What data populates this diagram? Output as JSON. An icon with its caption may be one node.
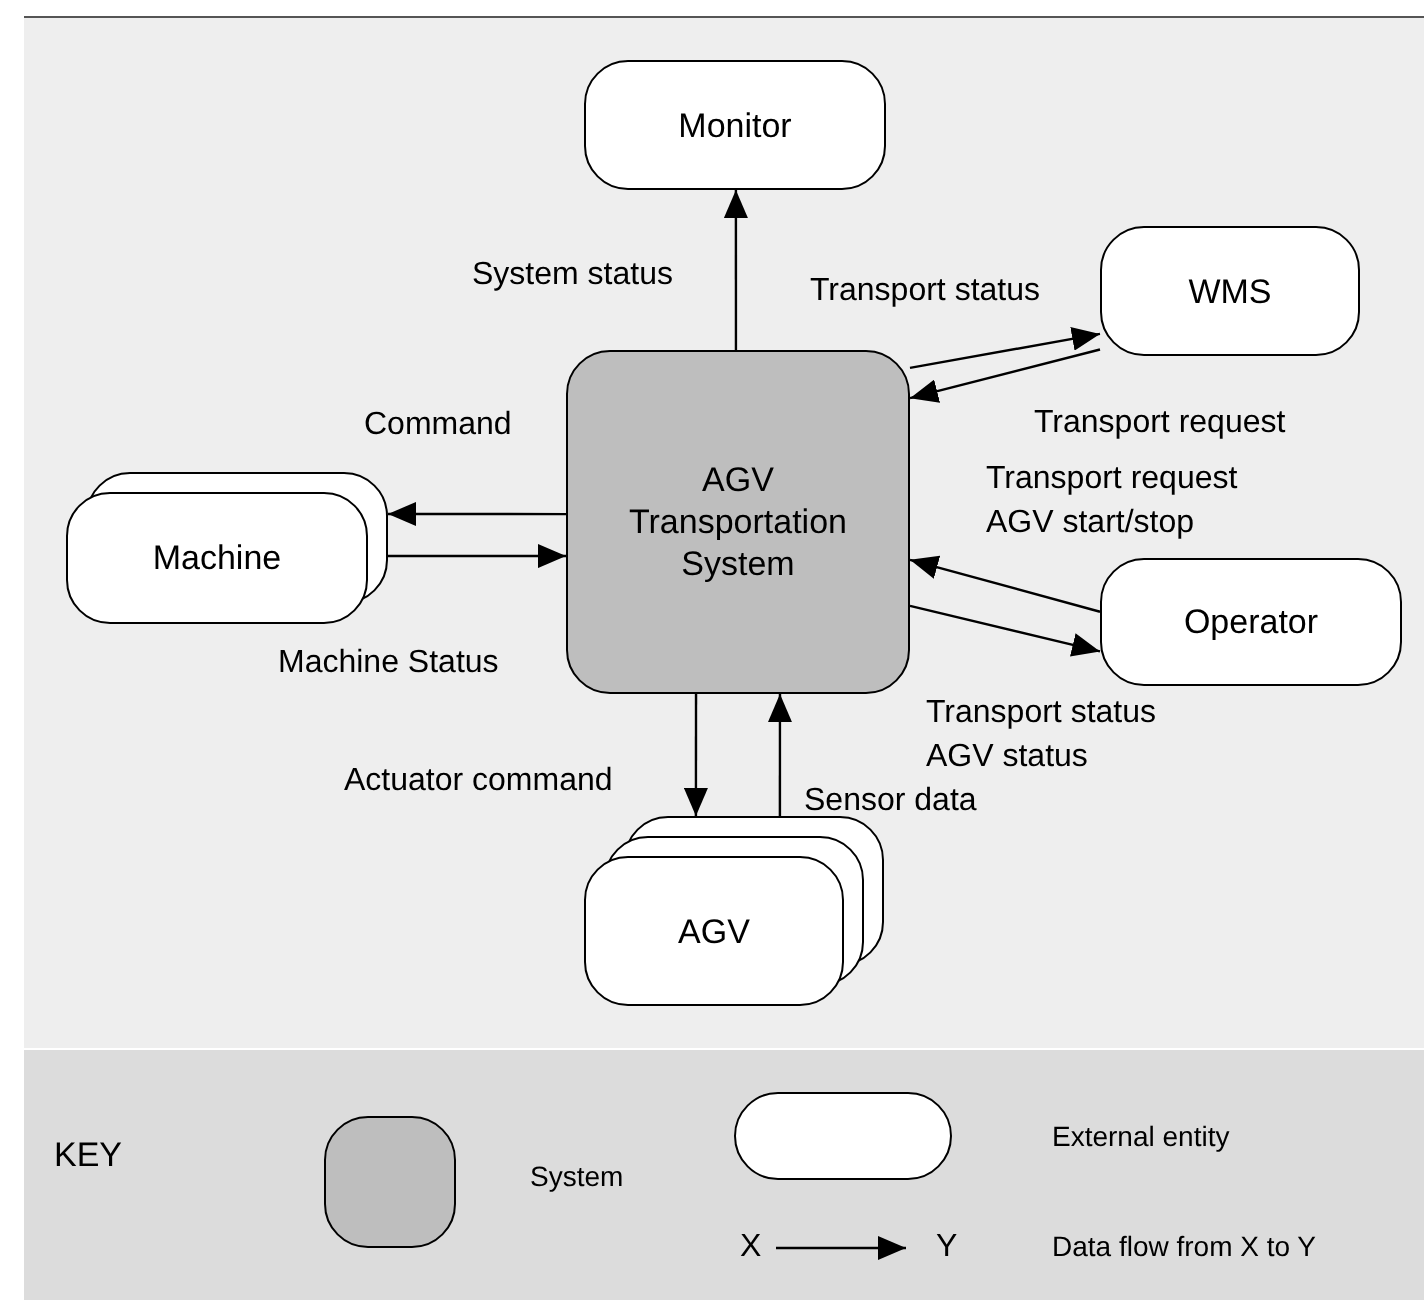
{
  "diagram": {
    "nodes": [
      {
        "text": [
          "AGV Transportation System"
        ]
      },
      {
        "text": [
          "Monitor"
        ]
      },
      {
        "text": [
          "WMS"
        ]
      },
      {
        "text": [
          "Machine"
        ]
      },
      {
        "text": [
          "Operator"
        ]
      },
      {
        "text": [
          "AGV"
        ]
      }
    ],
    "edges": [
      {
        "from": 0,
        "to": 1,
        "arrow": "to",
        "label": "System status"
      },
      {
        "from": 0,
        "to": 2,
        "arrow": "to",
        "label": "Transport status"
      },
      {
        "from": 2,
        "to": 0,
        "arrow": "to",
        "label": "Transport request"
      },
      {
        "from": 0,
        "to": 3,
        "arrow": "to",
        "label": "Command"
      },
      {
        "from": 3,
        "to": 0,
        "arrow": "to",
        "label": "Machine Status"
      },
      {
        "from": 4,
        "to": 0,
        "arrow": "to",
        "label": "Transport request AGV start/stop"
      },
      {
        "from": 0,
        "to": 4,
        "arrow": "to",
        "label": "Transport status AGV status"
      },
      {
        "from": 0,
        "to": 5,
        "arrow": "to",
        "label": "Actuator command"
      },
      {
        "from": 5,
        "to": 0,
        "arrow": "to",
        "label": "Sensor data"
      }
    ],
    "labels": [
      "KEY",
      "X",
      "Y"
    ],
    "legend": [
      {
        "text": "System",
        "color": "#bebebe"
      },
      {
        "text": "External entity",
        "color": "#ffffff"
      },
      {
        "text": "Data flow from X to Y"
      }
    ]
  }
}
